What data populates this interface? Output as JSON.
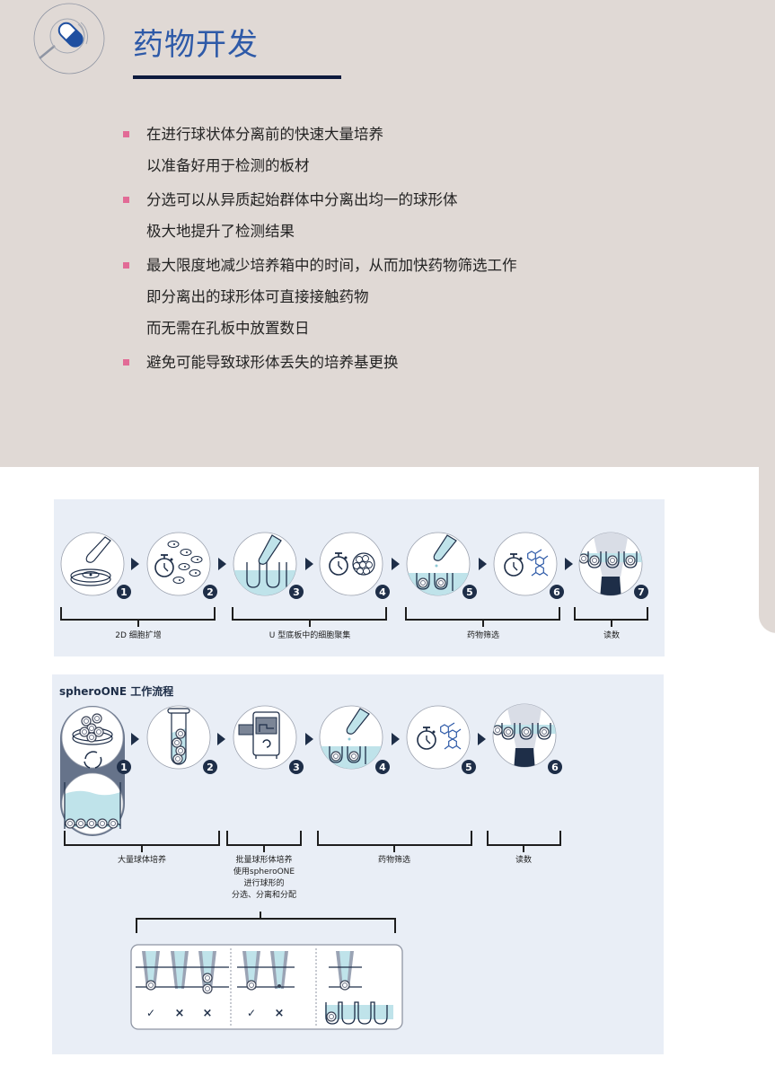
{
  "header": {
    "title": "药物开发",
    "icon": "capsule-magnifier-icon"
  },
  "bullets": [
    {
      "lines": [
        "在进行球状体分离前的快速大量培养",
        "以准备好用于检测的板材"
      ]
    },
    {
      "lines": [
        "分选可以从异质起始群体中分离出均一的球形体",
        "极大地提升了检测结果"
      ]
    },
    {
      "lines": [
        "最大限度地减少培养箱中的时间，从而加快药物筛选工作",
        "即分离出的球形体可直接接触药物",
        "而无需在孔板中放置数日"
      ]
    },
    {
      "lines": [
        "避免可能导致球形体丢失的培养基更换"
      ]
    }
  ],
  "colors": {
    "beige": "#e0d9d5",
    "title_blue": "#2e5aa8",
    "bullet_pink": "#e26b96",
    "panel_bg": "#e9eef6",
    "navy": "#1e2e48",
    "liquid": "#bfe3ea"
  },
  "workflow_conventional": {
    "steps": [
      {
        "number": "1",
        "icon": "pipette-petri-dish-icon"
      },
      {
        "number": "2",
        "icon": "timer-cells-icon"
      },
      {
        "number": "3",
        "icon": "pipette-u-plate-icon"
      },
      {
        "number": "4",
        "icon": "timer-spheroid-icon"
      },
      {
        "number": "5",
        "icon": "pipette-drug-wells-icon"
      },
      {
        "number": "6",
        "icon": "timer-molecule-icon"
      },
      {
        "number": "7",
        "icon": "plate-reader-icon"
      }
    ],
    "groups": [
      "2D 细胞扩增",
      "U 型底板中的细胞聚集",
      "药物筛选",
      "读数"
    ]
  },
  "workflow_spheroone": {
    "title": "spheroONE 工作流程",
    "steps": [
      {
        "number": "1",
        "icon": "bulk-culture-icon"
      },
      {
        "number": "2",
        "icon": "test-tube-icon"
      },
      {
        "number": "3",
        "icon": "spheroone-instrument-icon"
      },
      {
        "number": "4",
        "icon": "pipette-drug-wells-icon"
      },
      {
        "number": "5",
        "icon": "timer-molecule-icon"
      },
      {
        "number": "6",
        "icon": "plate-reader-icon"
      }
    ],
    "groups": [
      {
        "label": "大量球体培养"
      },
      {
        "label_lines": [
          "批量球形体培养",
          "使用spheroONE",
          "进行球形的",
          "分选、分离和分配"
        ]
      },
      {
        "label": "药物筛选"
      },
      {
        "label": "读数"
      }
    ],
    "detail": {
      "marks": [
        "✓",
        "×",
        "×",
        "✓",
        "×"
      ]
    }
  }
}
